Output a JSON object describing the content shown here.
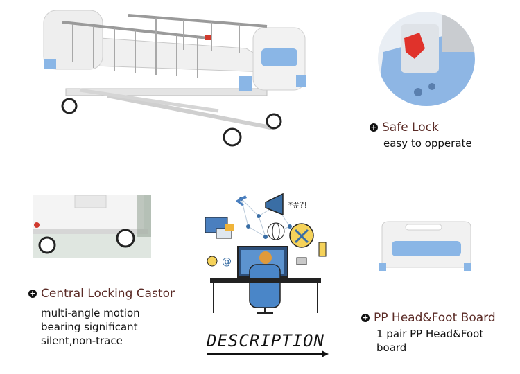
{
  "features": {
    "safe_lock": {
      "title": "Safe Lock",
      "lines": [
        "easy to opperate"
      ],
      "icon": "plus-circle-icon"
    },
    "castor": {
      "title": "Central Locking Castor",
      "lines": [
        "multi-angle motion",
        "bearing significant",
        "silent,non-trace"
      ],
      "icon": "plus-circle-icon"
    },
    "board": {
      "title": "PP Head&Foot Board",
      "lines": [
        "1 pair PP Head&Foot",
        "board"
      ],
      "icon": "plus-circle-icon"
    }
  },
  "illustration": {
    "label": "DESCRIPTION",
    "glyphs": "*#?!"
  },
  "colors": {
    "accent_blue": "#8ab6e6",
    "lock_red": "#e0322b",
    "title_brown": "#5a2a25"
  }
}
